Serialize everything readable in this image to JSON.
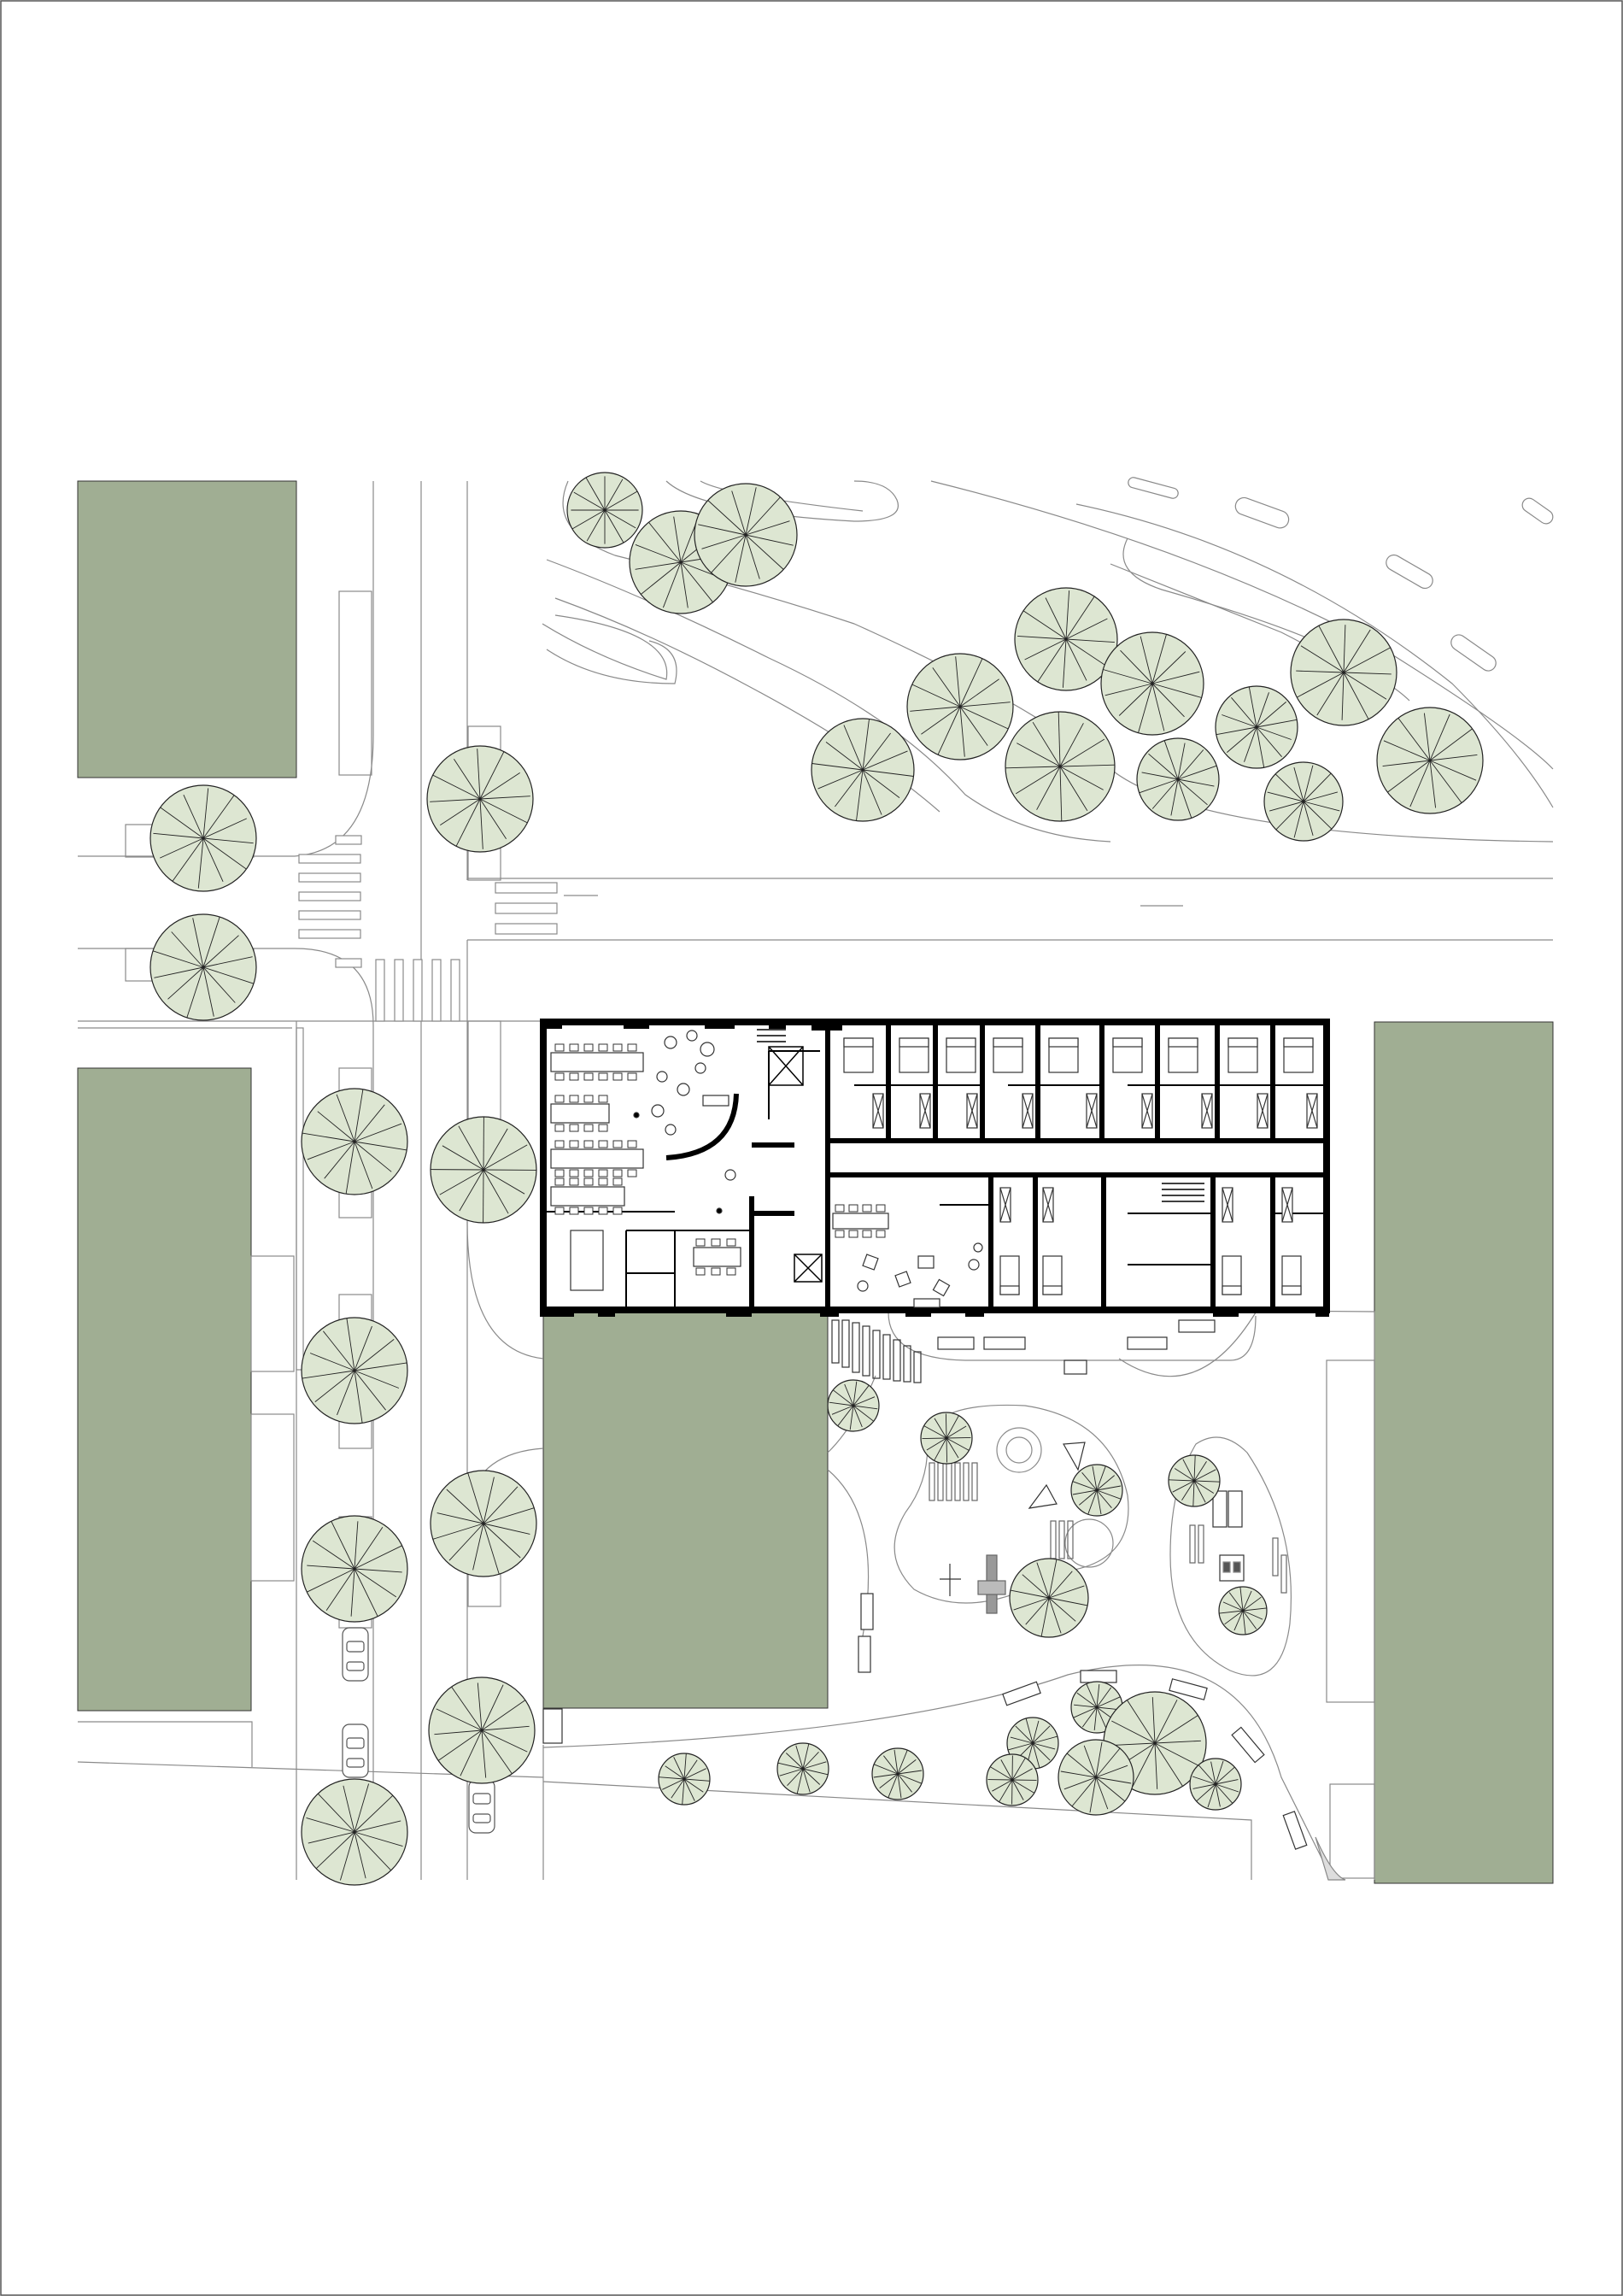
{
  "drawing": {
    "type": "site plan / ground floor plan",
    "has_visible_text": false
  },
  "colors": {
    "paper": "#ffffff",
    "sheet_border": "#555555",
    "neighbour_building_fill": "#a0ae93",
    "tree_canopy_fill": "#dde6d2",
    "tree_canopy_stroke": "#222222",
    "line_thin": "#8a8a8a",
    "wall": "#000000",
    "furniture": "#333333"
  },
  "legend_items": [
    "neighbour-building",
    "tree",
    "street",
    "crosswalk",
    "parking-car",
    "building-wall",
    "playground"
  ],
  "icons": [
    "tree-icon",
    "car-icon",
    "stair-icon",
    "bed-icon",
    "table-icon"
  ]
}
